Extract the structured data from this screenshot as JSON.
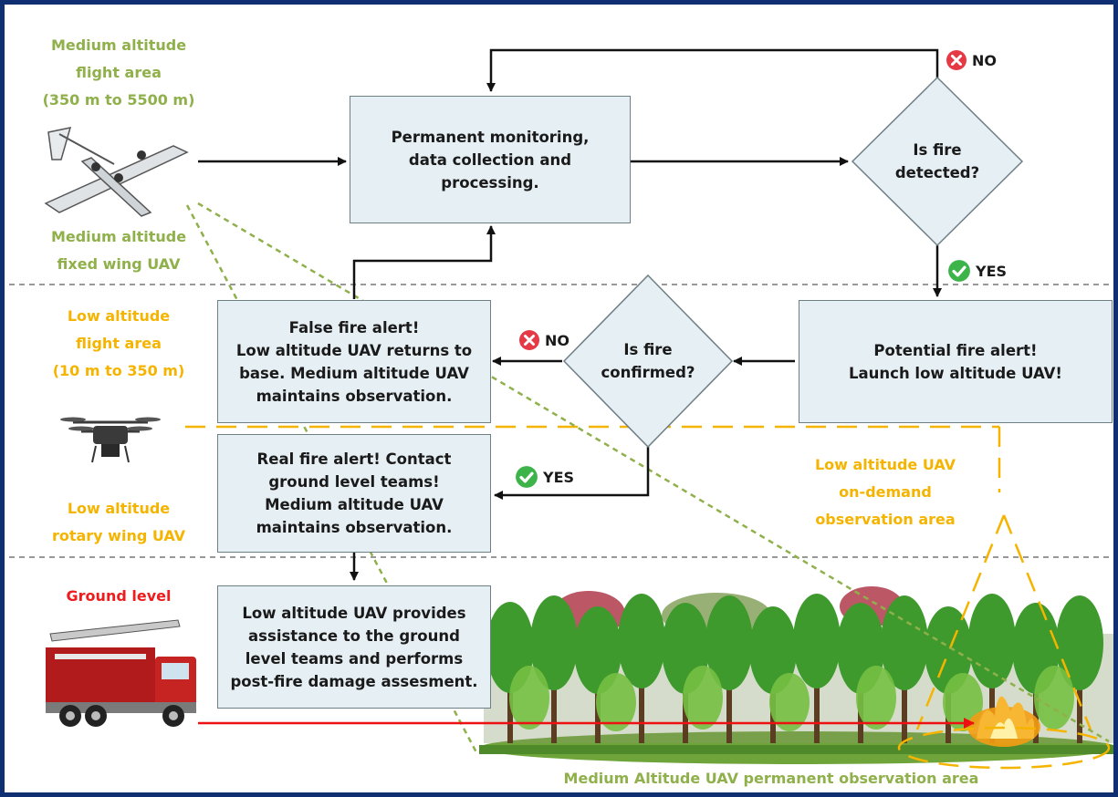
{
  "colors": {
    "frame": "#0f2f72",
    "box_fill": "#e6eff3",
    "box_border": "#6f7f86",
    "medium_altitude": "#8fb04a",
    "low_altitude": "#f5b400",
    "ground_level": "#ee1c1c",
    "yes_badge": "#3cb44a",
    "no_badge": "#e63946",
    "firetruck_path": "#ee1111"
  },
  "zones": {
    "medium_area": "Medium altitude\nflight area\n(350 m to 5500 m)",
    "medium_uav": "Medium altitude\nfixed wing UAV",
    "low_area": "Low altitude\nflight area\n(10 m to 350 m)",
    "low_uav": "Low altitude\nrotary wing UAV",
    "ground": "Ground level",
    "low_observation": "Low altitude UAV\non-demand\nobservation area",
    "medium_observation": "Medium Altitude UAV permanent observation area"
  },
  "nodes": {
    "monitoring": "Permanent monitoring,\ndata collection and\nprocessing.",
    "fire_detected": "Is fire\ndetected?",
    "potential_alert": "Potential fire alert!\nLaunch low altitude UAV!",
    "fire_confirmed": "Is fire\nconfirmed?",
    "false_alert": "False fire alert!\nLow altitude UAV returns to\nbase. Medium altitude UAV\nmaintains observation.",
    "real_alert": "Real fire alert! Contact\nground level teams!\nMedium altitude UAV\nmaintains observation.",
    "assistance": "Low altitude UAV provides\nassistance to the ground\nlevel teams and performs\npost-fire damage assesment."
  },
  "badges": {
    "no_label": "NO",
    "yes_label": "YES",
    "no_icon": "x-circle-icon",
    "yes_icon": "check-circle-icon"
  },
  "illustrations": {
    "fixed_wing": "fixed-wing-uav-icon",
    "drone": "quadcopter-drone-icon",
    "truck": "fire-truck-icon",
    "forest": "forest-illustration",
    "fire": "fire-flames-icon"
  }
}
